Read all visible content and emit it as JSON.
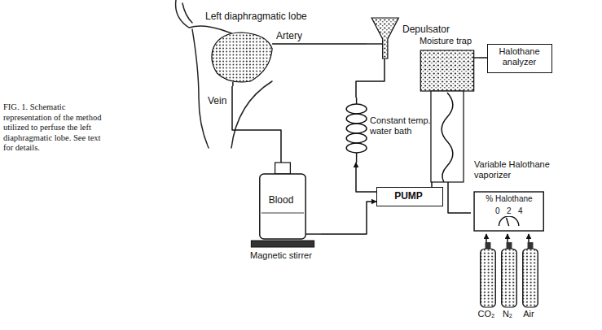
{
  "diagram": {
    "caption": "FIG. 1. Schematic representation of the method utilized to perfuse the left diaphragmatic lobe. See text for details.",
    "nodes": [
      {
        "text": [
          "Left diaphragmatic lobe"
        ]
      },
      {
        "text": [
          "Depulsator"
        ]
      },
      {
        "text": [
          "Constant temp. water bath"
        ]
      },
      {
        "text": [
          "Moisture trap"
        ]
      },
      {
        "text": [
          "Halothane analyzer"
        ]
      },
      {
        "text": [
          "Blood",
          "Magnetic stirrer"
        ]
      },
      {
        "text": [
          "PUMP"
        ]
      },
      {
        "text": [
          "Variable Halothane vaporizer",
          "% Halothane"
        ]
      },
      {
        "text": [
          "CO₂"
        ]
      },
      {
        "text": [
          "N₂"
        ]
      },
      {
        "text": [
          "Air"
        ]
      }
    ],
    "edges": [
      {
        "from": 1,
        "to": 0,
        "arrow": "none",
        "label": "Artery"
      },
      {
        "from": 0,
        "to": 5,
        "arrow": "none",
        "label": "Vein"
      },
      {
        "from": 5,
        "to": 6,
        "arrow": "to"
      },
      {
        "from": 6,
        "to": 2,
        "arrow": "to"
      },
      {
        "from": 2,
        "to": 1,
        "arrow": "none"
      },
      {
        "from": 6,
        "to": 3,
        "arrow": "none"
      },
      {
        "from": 3,
        "to": 4,
        "arrow": "none"
      },
      {
        "from": 7,
        "to": 3,
        "arrow": "none"
      },
      {
        "from": 8,
        "to": 7,
        "arrow": "to"
      },
      {
        "from": 9,
        "to": 7,
        "arrow": "to"
      },
      {
        "from": 10,
        "to": 7,
        "arrow": "to"
      }
    ],
    "labels": [
      "0",
      "2",
      "4"
    ]
  }
}
